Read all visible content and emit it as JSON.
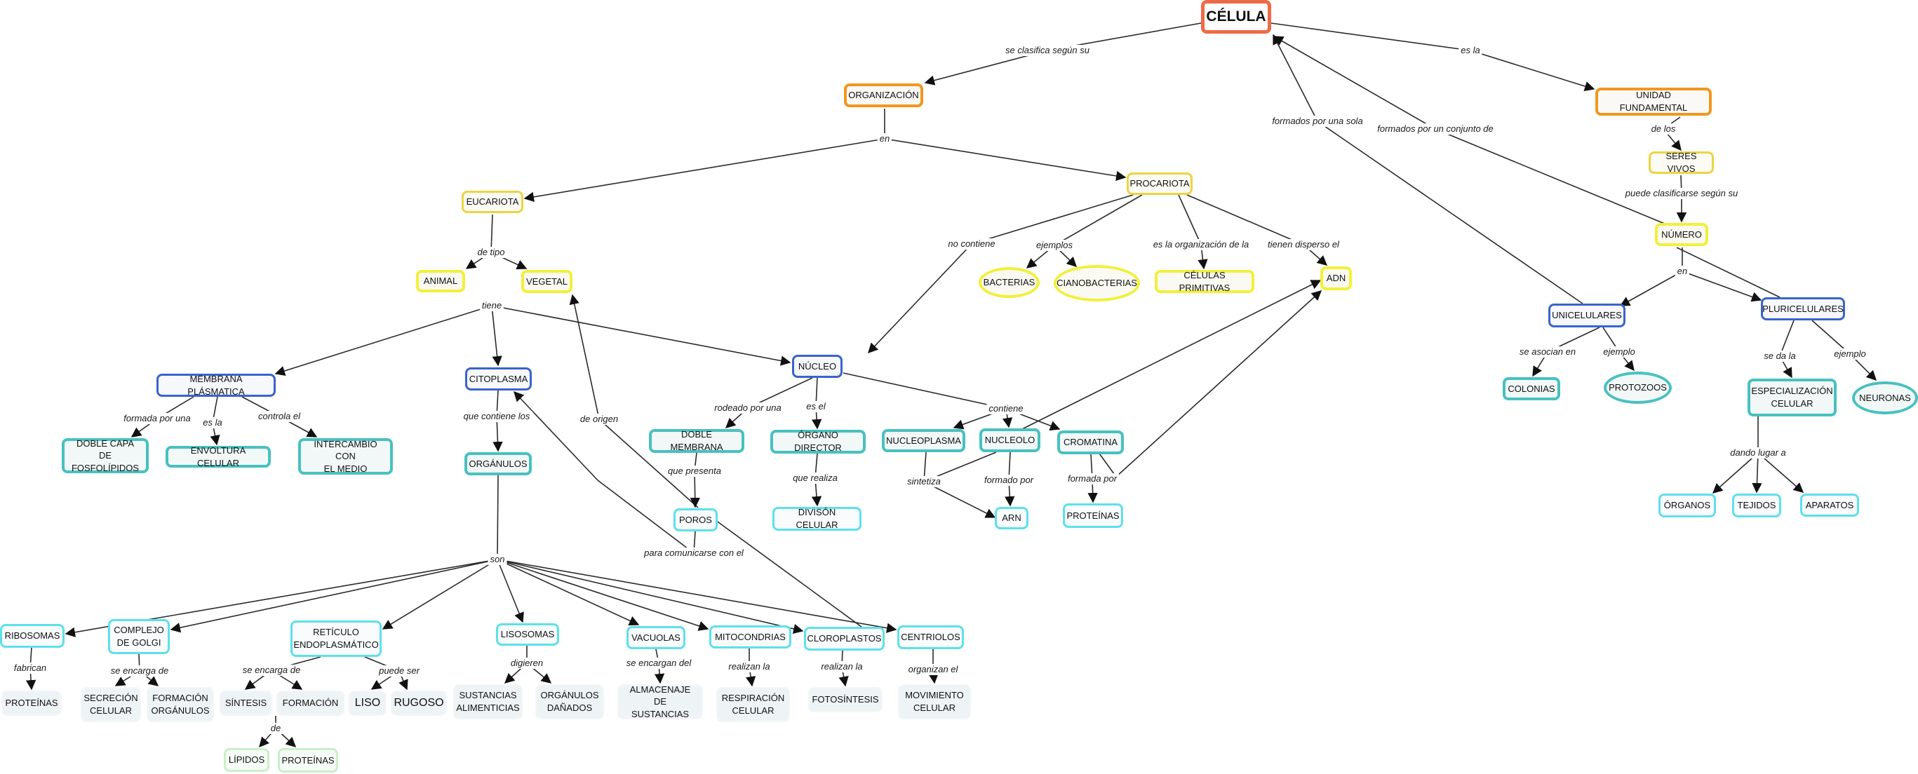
{
  "colors": {
    "root": "#ee6a47",
    "orange": "#f0981e",
    "yellow": "#ecd442",
    "bright_yellow": "#f2f03a",
    "blue": "#3a64cc",
    "teal": "#48c1bf",
    "cyan": "#5ee0ea",
    "green": "#c9f0c9",
    "edge": "#2b2b2b"
  },
  "nodes": {
    "celula": "CÉLULA",
    "organizacion": "ORGANIZACIÓN",
    "unidad_fundamental": "UNIDAD FUNDAMENTAL",
    "seres_vivos": "SERES VIVOS",
    "numero": "NÚMERO",
    "eucariota": "EUCARIOTA",
    "procariota": "PROCARIOTA",
    "animal": "ANIMAL",
    "vegetal": "VEGETAL",
    "bacterias": "BACTERIAS",
    "cianobacterias": "CIANOBACTERIAS",
    "celulas_primitivas": "CÉLULAS PRIMITIVAS",
    "adn": "ADN",
    "membrana_plasmatica": "MEMBRANA PLÁSMATICA",
    "citoplasma": "CITOPLASMA",
    "nucleo": "NÚCLEO",
    "unicelulares": "UNICELULARES",
    "pluricelulares": "PLURICELULARES",
    "doble_capa": "DOBLE CAPA\nDE FOSFOLÍPIDOS",
    "envoltura_celular": "ENVOLTURA CELULAR",
    "intercambio": "INTERCAMBIO CON\nEL MEDIO",
    "organulos": "ORGÁNULOS",
    "doble_membrana": "DOBLE MEMBRANA",
    "organo_director": "ÓRGANO DIRECTOR",
    "nucleoplasma": "NUCLEOPLASMA",
    "nucleolo": "NUCLEOLO",
    "cromatina": "CROMATINA",
    "colonias": "COLONIAS",
    "protozoos": "PROTOZOOS",
    "especializacion": "ESPECIALIZACIÓN\nCELULAR",
    "neuronas": "NEURONAS",
    "poros": "POROS",
    "division_celular": "DIVISÓN CELULAR",
    "arn": "ARN",
    "proteinas_cromatina": "PROTEÍNAS",
    "organos": "ÓRGANOS",
    "tejidos": "TEJIDOS",
    "aparatos": "APARATOS",
    "ribosomas": "RIBOSOMAS",
    "complejo_golgi": "COMPLEJO\nDE GOLGI",
    "reticulo": "RETÍCULO\nENDOPLASMÁTICO",
    "lisosomas": "LISOSOMAS",
    "vacuolas": "VACUOLAS",
    "mitocondrias": "MITOCONDRIAS",
    "cloroplastos": "CLOROPLASTOS",
    "centriolos": "CENTRIOLOS",
    "proteinas_ribosomas": "PROTEÍNAS",
    "secrecion_celular": "SECRECIÓN\nCELULAR",
    "formacion_organulos": "FORMACIÓN\nORGÁNULOS",
    "sintesis": "SÍNTESIS",
    "formacion": "FORMACIÓN",
    "liso": "LISO",
    "rugoso": "RUGOSO",
    "sustancias_alimenticias": "SUSTANCIAS\nALIMENTICIAS",
    "organulos_danados": "ORGÁNULOS\nDAÑADOS",
    "almacenaje": "ALMACENAJE DE\nSUSTANCIAS",
    "respiracion_celular": "RESPIRACIÓN\nCELULAR",
    "fotosintesis": "FOTOSÍNTESIS",
    "movimiento_celular": "MOVIMIENTO\nCELULAR",
    "lipidos": "LÍPIDOS",
    "proteinas_reticulo": "PROTEÍNAS"
  },
  "links": {
    "se_clasifica": "se clasifica según su",
    "es_la": "es la",
    "formados_sola": "formados por una sola",
    "formados_conjunto": "formados por un conjunto de",
    "de_los": "de los",
    "puede_clasificarse": "puede clasificarse según su",
    "en_org": "en",
    "en_num": "en",
    "de_tipo": "de tipo",
    "no_contiene": "no contiene",
    "ejemplos": "ejemplos",
    "es_la_organizacion": "es la organización de la",
    "tienen_disperso": "tienen disperso el",
    "tiene": "tiene",
    "se_asocian": "se asocian en",
    "ejemplo_uni": "ejemplo",
    "se_da_la": "se da la",
    "ejemplo_pluri": "ejemplo",
    "formada_por_una": "formada por una",
    "es_la_membrana": "es la",
    "controla_el": "controla el",
    "que_contiene": "que contiene los",
    "de_origen": "de origen",
    "rodeado": "rodeado por una",
    "es_el": "es el",
    "contiene": "contiene",
    "que_presenta": "que presenta",
    "que_realiza": "que realiza",
    "sintetiza": "sintetiza",
    "formado_por": "formado por",
    "formada_por": "formada por",
    "dando_lugar": "dando lugar a",
    "para_comunicarse": "para comunicarse con el",
    "son": "son",
    "fabrican": "fabrican",
    "se_encarga_golgi": "se encarga de",
    "se_encarga_reticulo": "se encarga de",
    "puede_ser": "puede ser",
    "digieren": "digieren",
    "se_encargan_del": "se encargan del",
    "realizan_mito": "realizan la",
    "realizan_cloro": "realizan la",
    "organizan_el": "organizan el",
    "de": "de"
  }
}
